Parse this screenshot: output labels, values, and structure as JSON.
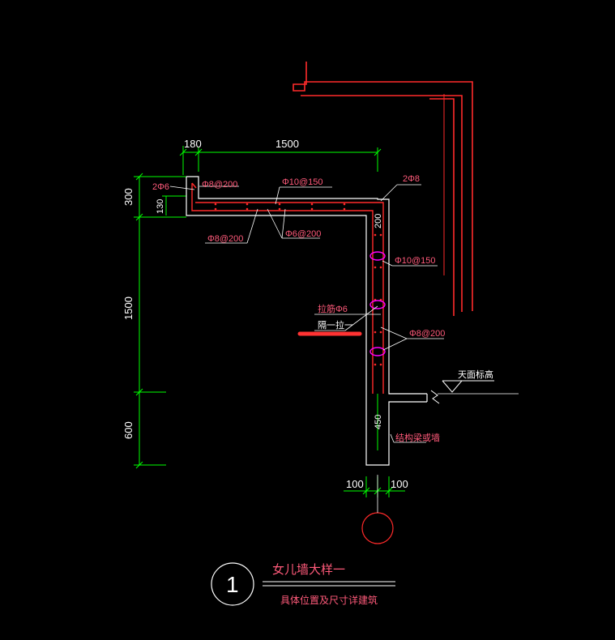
{
  "colors": {
    "background": "#000000",
    "dimension": "#00ff00",
    "wall": "#ffffff",
    "rebar": "#ff2a2a",
    "annotation": "#ff5a7a",
    "stirrup": "#ff00ff",
    "highlight": "#ff3333"
  },
  "dimensions": {
    "top_left": "180",
    "top_span": "1500",
    "left_upper": "300",
    "left_small": "130",
    "left_middle": "1500",
    "left_lower": "600",
    "wall_right_top": "200",
    "wall_lower": "450",
    "bottom_left": "100",
    "bottom_right": "100"
  },
  "annotations": {
    "hook_bars_left": "2Φ6",
    "top_bar_a": "Φ8@200",
    "top_bar_b": "Φ10@150",
    "corner_bars": "2Φ8",
    "bottom_bar_a": "Φ8@200",
    "bottom_bar_b": "Φ6@200",
    "vertical_bar": "Φ10@150",
    "tie_bar": "拉筋Φ6",
    "tie_spacing": "隔一拉一",
    "wall_bar": "Φ8@200",
    "roof_level": "天面标高",
    "structure_wall": "结构梁或墙"
  },
  "title": {
    "number": "1",
    "name": "女儿墙大样一",
    "note": "具体位置及尺寸详建筑"
  }
}
